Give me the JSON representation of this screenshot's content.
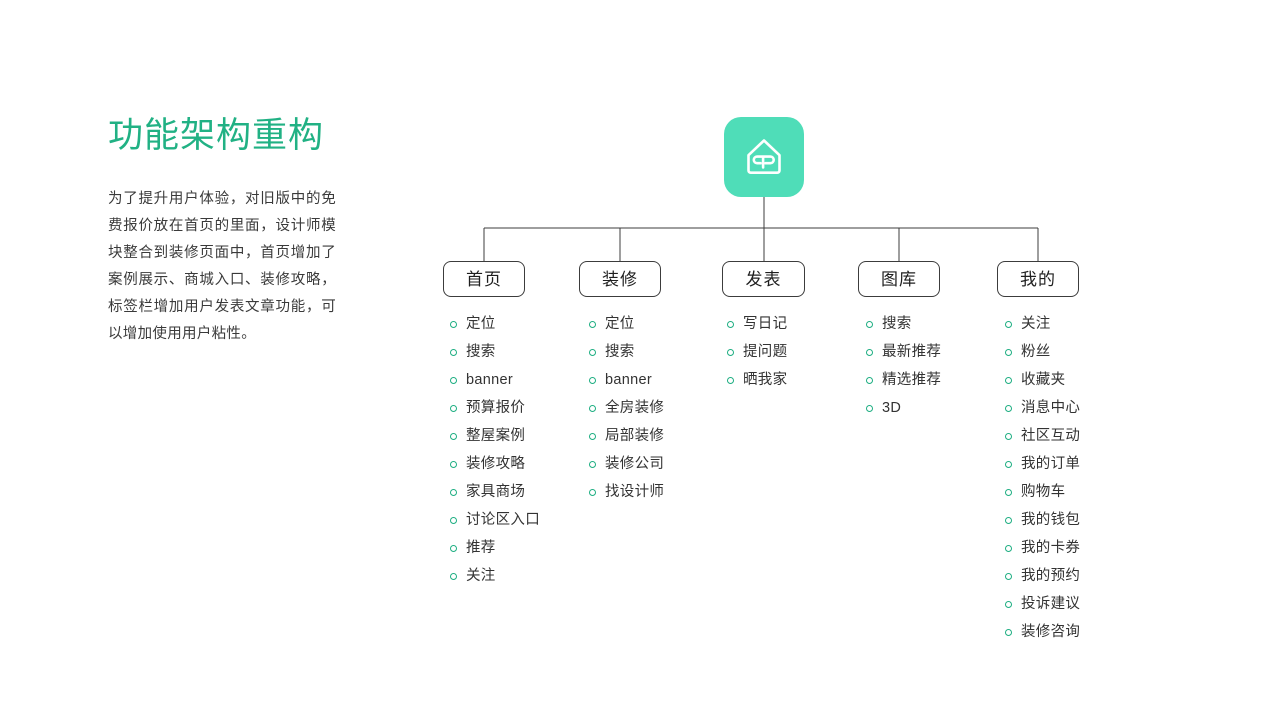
{
  "page": {
    "background_color": "#ffffff",
    "accent_color": "#21b184",
    "icon_color": "#4fddb8",
    "bullet_color": "#1eae82",
    "node_border_color": "#3c3c3c"
  },
  "left_panel": {
    "title": "功能架构重构",
    "description": "为了提升用户体验，对旧版中的免费报价放在首页的里面，设计师模块整合到装修页面中，首页增加了案例展示、商城入口、装修攻略，标签栏增加用户发表文章功能，可以增加使用用户粘性。"
  },
  "diagram": {
    "root": {
      "icon_name": "home-app-icon",
      "label": ""
    },
    "nodes": [
      {
        "label": "首页",
        "items": [
          "定位",
          "搜索",
          "banner",
          "预算报价",
          "整屋案例",
          "装修攻略",
          "家具商场",
          "讨论区入口",
          "推荐",
          "关注"
        ]
      },
      {
        "label": "装修",
        "items": [
          "定位",
          "搜索",
          "banner",
          "全房装修",
          "局部装修",
          "装修公司",
          "找设计师"
        ]
      },
      {
        "label": "发表",
        "items": [
          "写日记",
          "提问题",
          "晒我家"
        ]
      },
      {
        "label": "图库",
        "items": [
          "搜索",
          "最新推荐",
          "精选推荐",
          "3D"
        ]
      },
      {
        "label": "我的",
        "items": [
          "关注",
          "粉丝",
          "收藏夹",
          "消息中心",
          "社区互动",
          "我的订单",
          "购物车",
          "我的钱包",
          "我的卡券",
          "我的预约",
          "投诉建议",
          "装修咨询"
        ]
      }
    ]
  }
}
